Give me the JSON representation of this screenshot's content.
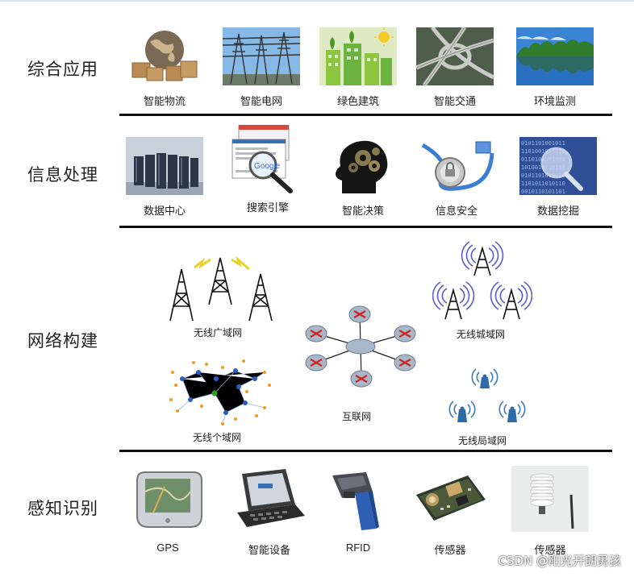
{
  "layers": [
    {
      "label": "综合应用",
      "items": [
        {
          "caption": "智能物流",
          "icon": "globe-boxes-icon"
        },
        {
          "caption": "智能电网",
          "icon": "power-substation-icon"
        },
        {
          "caption": "绿色建筑",
          "icon": "green-building-icon"
        },
        {
          "caption": "智能交通",
          "icon": "highway-interchange-icon"
        },
        {
          "caption": "环境监测",
          "icon": "lake-landscape-icon"
        }
      ]
    },
    {
      "label": "信息处理",
      "items": [
        {
          "caption": "数据中心",
          "icon": "server-racks-icon"
        },
        {
          "caption": "搜索引擎",
          "icon": "search-magnifier-icon"
        },
        {
          "caption": "智能决策",
          "icon": "brain-gears-icon"
        },
        {
          "caption": "信息安全",
          "icon": "network-cable-lock-icon"
        },
        {
          "caption": "数据挖掘",
          "icon": "binary-magnifier-icon"
        }
      ]
    },
    {
      "label": "网络构建",
      "networks": {
        "wan": "无线广域网",
        "pan": "无线个域网",
        "internet": "互联网",
        "man": "无线城域网",
        "lan": "无线局域网"
      }
    },
    {
      "label": "感知识别",
      "items": [
        {
          "caption": "GPS",
          "icon": "gps-device-icon"
        },
        {
          "caption": "智能设备",
          "icon": "handheld-computer-icon"
        },
        {
          "caption": "RFID",
          "icon": "rfid-scanner-icon"
        },
        {
          "caption": "传感器",
          "icon": "sensor-board-icon"
        },
        {
          "caption": "传感器",
          "icon": "weather-sensor-icon"
        }
      ]
    }
  ],
  "watermark": "CSDN @阳光开朗男孩",
  "colors": {
    "separator": "#111111",
    "router": "#a9b8c9",
    "router_arrow": "#cc2222",
    "antenna_wave": "#5a5cc7"
  }
}
